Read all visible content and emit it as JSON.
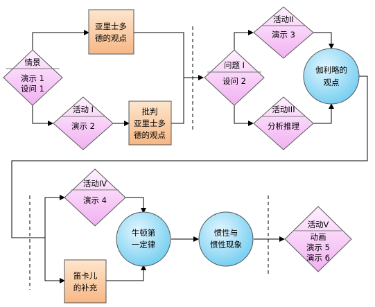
{
  "nodes": {
    "qingjing": {
      "title": "情景",
      "lines": [
        "演示 1",
        "设问 1"
      ]
    },
    "huodong1": {
      "title": "活动 I",
      "lines": [
        "演示 2"
      ]
    },
    "yalishiduode": {
      "lines": [
        "亚里士多",
        "德的观点"
      ]
    },
    "pipan": {
      "lines": [
        "批判",
        "亚里士多",
        "德的观点"
      ]
    },
    "wenti1": {
      "title": "问题 I",
      "lines": [
        "设问 2"
      ]
    },
    "huodong2": {
      "title": "活动II",
      "lines": [
        "演示 3"
      ]
    },
    "huodong3": {
      "title": "活动III",
      "lines": [
        "分析推理"
      ]
    },
    "jialilue": {
      "lines": [
        "伽利略的",
        "观点"
      ]
    },
    "huodong4": {
      "title": "活动IV",
      "lines": [
        "演示 4"
      ]
    },
    "dikaer": {
      "lines": [
        "笛卡儿",
        "的补充"
      ]
    },
    "niudun": {
      "lines": [
        "牛顿第",
        "一定律"
      ]
    },
    "guanxing": {
      "lines": [
        "惯性与",
        "惯性现象"
      ]
    },
    "huodong5": {
      "title": "活动V",
      "lines": [
        "动画",
        "演示 5",
        "演示 6"
      ]
    }
  },
  "colors": {
    "diamond_fill": "#f8c8f8",
    "box_fill": "#fbd0a6",
    "circle_fill": "#a9e2f8",
    "stroke": "#555555"
  }
}
